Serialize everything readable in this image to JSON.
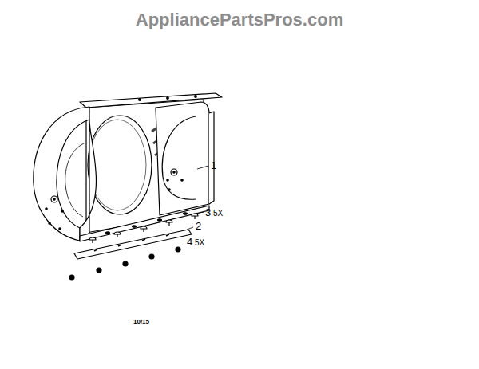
{
  "diagram": {
    "labels": [
      "AppliancePartsPros.com",
      "1",
      "2",
      "3",
      "5X",
      "4",
      "5X",
      "10/15"
    ]
  }
}
